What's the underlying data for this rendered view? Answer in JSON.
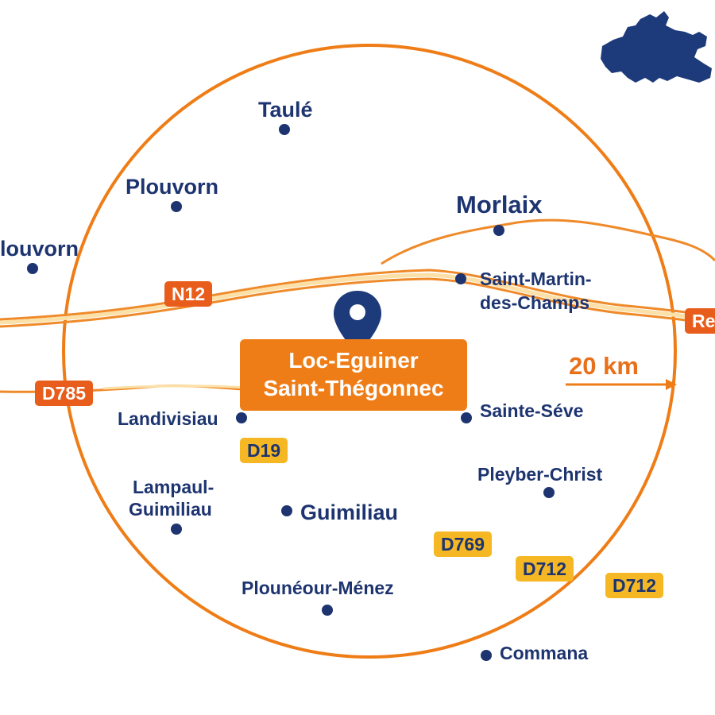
{
  "center": {
    "line1": "Loc-Eguiner",
    "line2": "Saint-Thégonnec"
  },
  "distance_label": "20 km",
  "colors": {
    "navy": "#1d3470",
    "orange": "#ef7d17",
    "road_orange": "#e85d1b",
    "road_yellow": "#f5b824",
    "circle": "#ef7d17"
  },
  "roads": {
    "n12": "N12",
    "d785": "D785",
    "d19": "D19",
    "d769": "D769",
    "d712a": "D712",
    "d712b": "D712",
    "re": "Re"
  },
  "towns": {
    "taule": "Taulé",
    "plouvorn": "Plouvorn",
    "plouvorn_west": "louvorn",
    "morlaix": "Morlaix",
    "saint_martin_1": "Saint-Martin-",
    "saint_martin_2": "des-Champs",
    "landivisiau": "Landivisiau",
    "sainte_seve": "Sainte-Séve",
    "pleyber": "Pleyber-Christ",
    "lampaul_1": "Lampaul-",
    "lampaul_2": "Guimiliau",
    "guimiliau": "Guimiliau",
    "ploneour": "Plounéour-Ménez",
    "commana": "Commana"
  },
  "icons": {
    "pin": "location-pin-icon",
    "arrow": "arrow-right-icon",
    "region": "region-silhouette"
  }
}
